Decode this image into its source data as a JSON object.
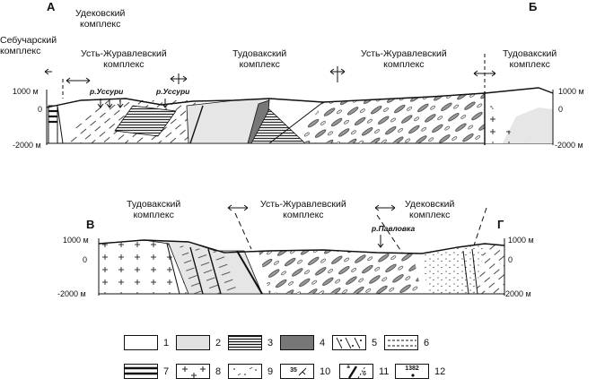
{
  "section_ab": {
    "letter_left": "А",
    "letter_right": "Б",
    "labels": {
      "sebuchar_1": "Себучарский",
      "sebuchar_2": "комплекс",
      "udekov_1": "Удековский",
      "udekov_2": "комплекс",
      "ustzhur_1": "Усть-Журавлевский",
      "ustzhur_2": "комплекс",
      "tudovak_1": "Тудовакский",
      "tudovak_2": "комплекс",
      "ustzhur2_1": "Усть-Журавлевский",
      "ustzhur2_2": "комплекс",
      "tudovak2_1": "Тудовакский",
      "tudovak2_2": "комплекс"
    },
    "river_1": "р.Уссури",
    "river_2": "р.Уссури",
    "ticks_left": [
      "1000 м",
      "0",
      "-2000 м"
    ],
    "ticks_right": [
      "1000 м",
      "0",
      "-2000 м"
    ]
  },
  "section_vg": {
    "letter_left": "В",
    "letter_right": "Г",
    "labels": {
      "tudovak_1": "Тудовакский",
      "tudovak_2": "комплекс",
      "ustzhur_1": "Усть-Журавлевский",
      "ustzhur_2": "комплекс",
      "udekov_1": "Удековский",
      "udekov_2": "комплекс"
    },
    "river": "р.Павловка",
    "ticks_left": [
      "1000 м",
      "0",
      "-2000 м"
    ],
    "ticks_right": [
      "1000 м",
      "0",
      "-2000 м"
    ]
  },
  "legend": {
    "items": [
      {
        "num": "1"
      },
      {
        "num": "2"
      },
      {
        "num": "3"
      },
      {
        "num": "4"
      },
      {
        "num": "5"
      },
      {
        "num": "6"
      },
      {
        "num": "7"
      },
      {
        "num": "8"
      },
      {
        "num": "9"
      },
      {
        "num": "10"
      },
      {
        "num": "11"
      },
      {
        "num": "12"
      }
    ],
    "box10_text": "35",
    "box11_a": "а",
    "box11_b": "б",
    "box12_text": "1382"
  }
}
